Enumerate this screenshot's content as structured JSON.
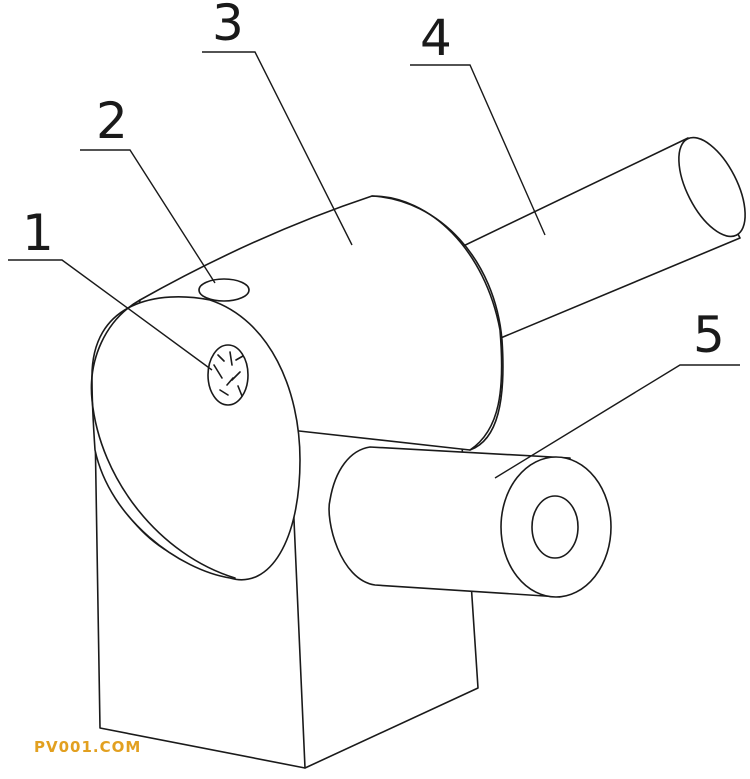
{
  "labels": {
    "part_1": "1",
    "part_2": "2",
    "part_3": "3",
    "part_4": "4",
    "part_5": "5"
  },
  "watermark": "PV001.COM",
  "colors": {
    "line": "#1a1a1a",
    "background": "#ffffff",
    "watermark": "#e2a020"
  }
}
